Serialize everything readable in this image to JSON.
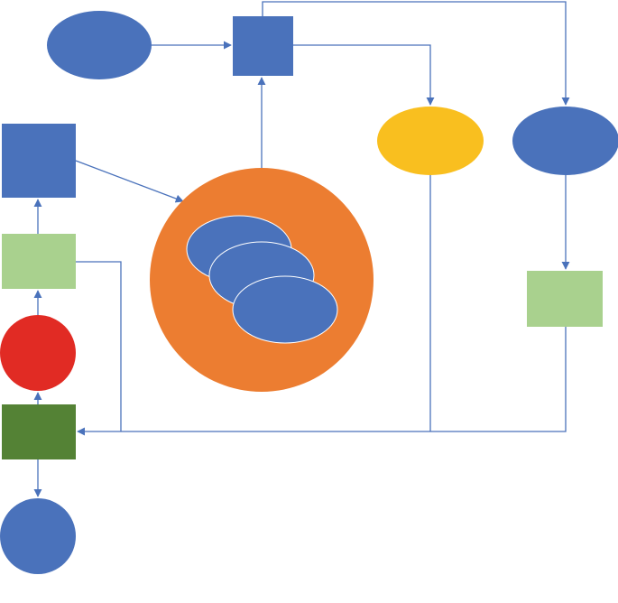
{
  "colors": {
    "background": "#ffffff",
    "blue": "#4a72bb",
    "blue_stroke": "#3b5f9e",
    "orange": "#ec7d31",
    "yellow": "#f9bf1f",
    "light_green": "#a9d18e",
    "dark_green": "#548235",
    "red": "#e12b24",
    "connector": "#4a72bb"
  },
  "diagram": {
    "shapes": [
      {
        "id": "top-left-ellipse",
        "kind": "ellipse",
        "fill": "blue"
      },
      {
        "id": "top-square",
        "kind": "rect",
        "fill": "blue"
      },
      {
        "id": "left-square",
        "kind": "rect",
        "fill": "blue"
      },
      {
        "id": "yellow-ellipse",
        "kind": "ellipse",
        "fill": "yellow"
      },
      {
        "id": "right-ellipse",
        "kind": "ellipse",
        "fill": "blue"
      },
      {
        "id": "orange-circle",
        "kind": "ellipse",
        "fill": "orange"
      },
      {
        "id": "inner-ellipse-1",
        "kind": "ellipse",
        "fill": "blue"
      },
      {
        "id": "inner-ellipse-2",
        "kind": "ellipse",
        "fill": "blue"
      },
      {
        "id": "inner-ellipse-3",
        "kind": "ellipse",
        "fill": "blue"
      },
      {
        "id": "left-light-green-rect",
        "kind": "rect",
        "fill": "light_green"
      },
      {
        "id": "right-light-green-rect",
        "kind": "rect",
        "fill": "light_green"
      },
      {
        "id": "red-circle",
        "kind": "ellipse",
        "fill": "red"
      },
      {
        "id": "dark-green-rect",
        "kind": "rect",
        "fill": "dark_green"
      },
      {
        "id": "bottom-circle",
        "kind": "ellipse",
        "fill": "blue"
      }
    ],
    "connectors": [
      {
        "id": "top-ellipse-to-top-square",
        "from": "top-left-ellipse",
        "to": "top-square",
        "arrow": true
      },
      {
        "id": "top-square-to-yellow-ellipse",
        "from": "top-square",
        "to": "yellow-ellipse",
        "arrow": true
      },
      {
        "id": "top-square-to-right-ellipse",
        "from": "top-square",
        "to": "right-ellipse",
        "arrow": true
      },
      {
        "id": "orange-circle-to-top-square",
        "from": "orange-circle",
        "to": "top-square",
        "arrow": true
      },
      {
        "id": "left-square-to-orange-circle",
        "from": "left-square",
        "to": "orange-circle",
        "arrow": true
      },
      {
        "id": "left-light-green-to-left-square",
        "from": "left-light-green-rect",
        "to": "left-square",
        "arrow": true
      },
      {
        "id": "red-circle-to-left-light-green",
        "from": "red-circle",
        "to": "left-light-green-rect",
        "arrow": true
      },
      {
        "id": "dark-green-to-red-circle",
        "from": "dark-green-rect",
        "to": "red-circle",
        "arrow": true
      },
      {
        "id": "dark-green-to-bottom-circle",
        "from": "dark-green-rect",
        "to": "bottom-circle",
        "arrow": true
      },
      {
        "id": "right-ellipse-to-right-light-green",
        "from": "right-ellipse",
        "to": "right-light-green-rect",
        "arrow": true
      },
      {
        "id": "right-light-green-to-dark-green",
        "from": "right-light-green-rect",
        "to": "dark-green-rect",
        "arrow": true
      },
      {
        "id": "yellow-ellipse-to-dark-green",
        "from": "yellow-ellipse",
        "to": "dark-green-rect",
        "arrow": false
      },
      {
        "id": "left-light-green-to-dark-green",
        "from": "left-light-green-rect",
        "to": "dark-green-rect",
        "arrow": false
      }
    ]
  }
}
